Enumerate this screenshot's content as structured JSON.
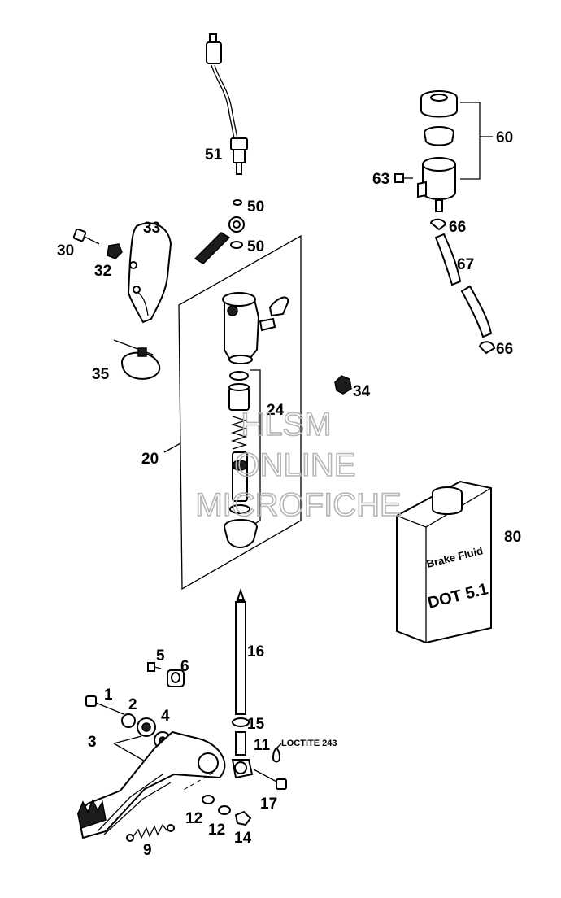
{
  "diagram": {
    "callouts": [
      "51",
      "50",
      "50",
      "33",
      "30",
      "32",
      "35",
      "20",
      "24",
      "34",
      "60",
      "63",
      "66",
      "67",
      "66",
      "80",
      "16",
      "5",
      "6",
      "1",
      "2",
      "3",
      "4",
      "15",
      "11",
      "17",
      "12",
      "12",
      "14",
      "9"
    ],
    "note": "LOCTITE 243",
    "jug": {
      "line1": "Brake Fluid",
      "line2": "DOT 5.1"
    },
    "watermark": {
      "line1": "HLSM",
      "line2": "ONLINE",
      "line3": "MICROFICHE"
    }
  }
}
